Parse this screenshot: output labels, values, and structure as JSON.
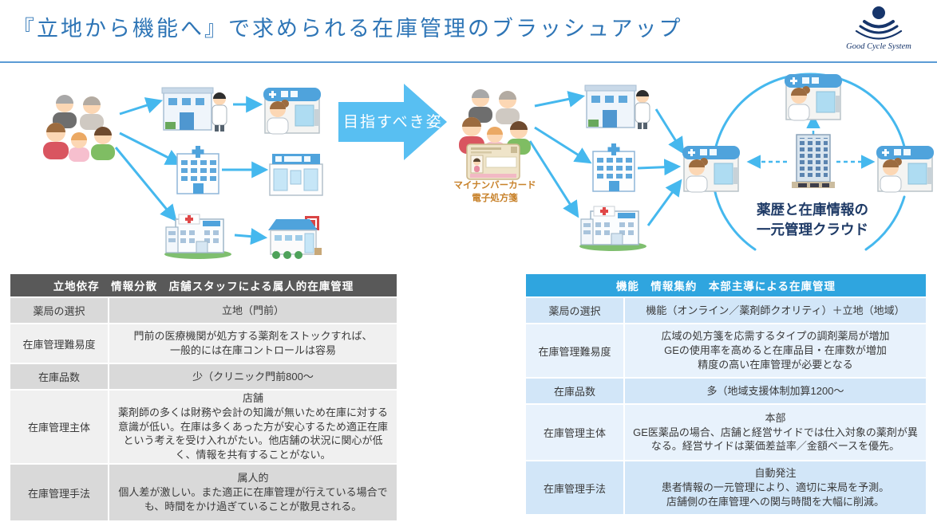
{
  "title": "『立地から機能へ』で求められる在庫管理のブラッシュアップ",
  "logo": {
    "name": "Good Cycle System"
  },
  "diagram": {
    "goal_arrow_label": "目指すべき姿",
    "card_label": [
      "マイナンバーカード",
      "電子処方箋"
    ],
    "cloud_label": [
      "薬歴と在庫情報の",
      "一元管理クラウド"
    ],
    "icons": {
      "family": "family-group-icon",
      "clinic": "clinic-with-doctor-icon",
      "pharmacy": "pharmacy-with-pharmacist-icon",
      "hospital": "hospital-icon",
      "general_hospital": "general-hospital-icon",
      "drugstore": "drugstore-icon",
      "shop": "shop-icon",
      "headquarters": "headquarters-building-icon",
      "mynumber_card": "mynumber-card-icon"
    }
  },
  "left_table": {
    "header": "立地依存　情報分散　店舗スタッフによる属人的在庫管理",
    "rows": [
      {
        "label": "薬局の選択",
        "lines": [
          "立地（門前）"
        ]
      },
      {
        "label": "在庫管理難易度",
        "lines": [
          "門前の医療機関が処方する薬剤をストックすれば、",
          "一般的には在庫コントロールは容易"
        ]
      },
      {
        "label": "在庫品数",
        "lines": [
          "少（クリニック門前800～"
        ]
      },
      {
        "label": "在庫管理主体",
        "lines": [
          "店舗",
          "薬剤師の多くは財務や会計の知識が無いため在庫に対する意識が低い。在庫は多くあった方が安心するため適正在庫という考えを受け入れがたい。他店舗の状況に関心が低く、情報を共有することがない。"
        ]
      },
      {
        "label": "在庫管理手法",
        "lines": [
          "属人的",
          "個人差が激しい。また適正に在庫管理が行えている場合でも、時間をかけ過ぎていることが散見される。"
        ]
      }
    ]
  },
  "right_table": {
    "header": "機能　情報集約　本部主導による在庫管理",
    "rows": [
      {
        "label": "薬局の選択",
        "lines": [
          "機能（オンライン／薬剤師クオリティ）＋立地（地域）"
        ]
      },
      {
        "label": "在庫管理難易度",
        "lines": [
          "広域の処方箋を応需するタイプの調剤薬局が増加",
          "GEの使用率を高めると在庫品目・在庫数が増加",
          "精度の高い在庫管理が必要となる"
        ]
      },
      {
        "label": "在庫品数",
        "lines": [
          "多（地域支援体制加算1200～"
        ]
      },
      {
        "label": "在庫管理主体",
        "lines": [
          "本部",
          "GE医薬品の場合、店舗と経営サイドでは仕入対象の薬剤が異なる。経営サイドは薬価差益率／金額ベースを優先。"
        ]
      },
      {
        "label": "在庫管理手法",
        "lines": [
          "自動発注",
          "患者情報の一元管理により、適切に来局を予測。",
          "店舗側の在庫管理への関与時間を大幅に削減。"
        ]
      }
    ]
  },
  "colors": {
    "title_blue": "#2E75B6",
    "rule_blue": "#5B9BD5",
    "arrow_blue": "#45B8EE",
    "goal_arrow_fill": "#58BFF2",
    "left_header_bg": "#595959",
    "right_header_bg": "#2FA5DF",
    "left_row_dark": "#D9D9D9",
    "left_row_light": "#F0F0F0",
    "right_row_dark": "#D2E6F8",
    "right_row_light": "#E8F2FC",
    "cloud_text": "#1E3A66",
    "card_text": "#C8822B",
    "logo_navy": "#16356B"
  }
}
